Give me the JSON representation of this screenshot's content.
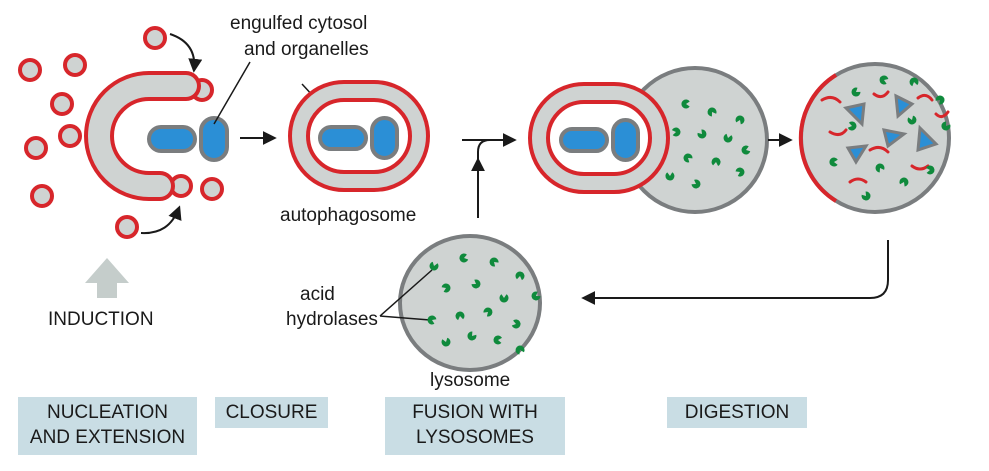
{
  "labels": {
    "engulfed_line1": "engulfed cytosol",
    "engulfed_line2": "and organelles",
    "autophagosome": "autophagosome",
    "acid": "acid",
    "hydrolases": "hydrolases",
    "lysosome": "lysosome",
    "induction": "INDUCTION"
  },
  "stages": [
    {
      "line1": "NUCLEATION",
      "line2": "AND EXTENSION"
    },
    {
      "line1": "CLOSURE",
      "line2": ""
    },
    {
      "line1": "FUSION WITH",
      "line2": "LYSOSOMES"
    },
    {
      "line1": "DIGESTION",
      "line2": ""
    }
  ],
  "colors": {
    "membrane": "#d7262b",
    "lumen": "#cfd3d2",
    "organelle": "#2b8fd6",
    "hydrolase": "#0f8a3c",
    "stage_box": "#c9dde4",
    "induction_arrow": "#c5cdcb"
  }
}
